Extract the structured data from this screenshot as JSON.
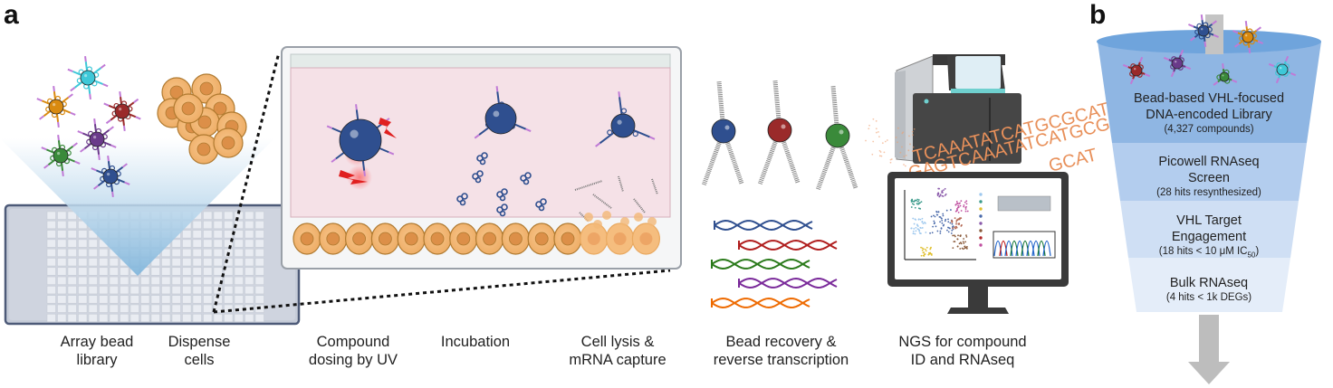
{
  "panels": {
    "a": {
      "label": "a"
    },
    "b": {
      "label": "b"
    }
  },
  "workflow_steps": [
    {
      "label": "Array bead\nlibrary"
    },
    {
      "label": "Dispense\ncells"
    },
    {
      "label": "Compound\ndosing by UV"
    },
    {
      "label": "Incubation"
    },
    {
      "label": "Cell lysis &\nmRNA capture"
    },
    {
      "label": "Bead recovery &\nreverse transcription"
    },
    {
      "label": "NGS for compound\nID and RNAseq"
    }
  ],
  "sequencing_text": [
    "TCAAATATCATGCGCAT",
    "GAGTCAAATATCATGCG",
    "GCAT"
  ],
  "bead_colors": {
    "blue": "#2f4f8f",
    "red": "#9a2a2a",
    "green": "#3a8a3a",
    "purple": "#6a3a8a",
    "orange": "#d98a10",
    "cyan": "#3ec8d8"
  },
  "funnel": {
    "stages": [
      {
        "title": "Bead-based VHL-focused\nDNA-encoded Library",
        "detail": "(4,327 compounds)"
      },
      {
        "title": "Picowell RNAseq\nScreen",
        "detail": "(28 hits resynthesized)"
      },
      {
        "title": "VHL Target\nEngagement",
        "detail": "(18 hits < 10 μM IC",
        "detail_sub": "50",
        "detail_end": ")"
      },
      {
        "title": "Bulk RNAseq",
        "detail": "(4 hits < 1k DEGs)"
      }
    ],
    "colors": [
      "#8fb6e3",
      "#b3cdee",
      "#cfdff4",
      "#e4edf9"
    ]
  }
}
